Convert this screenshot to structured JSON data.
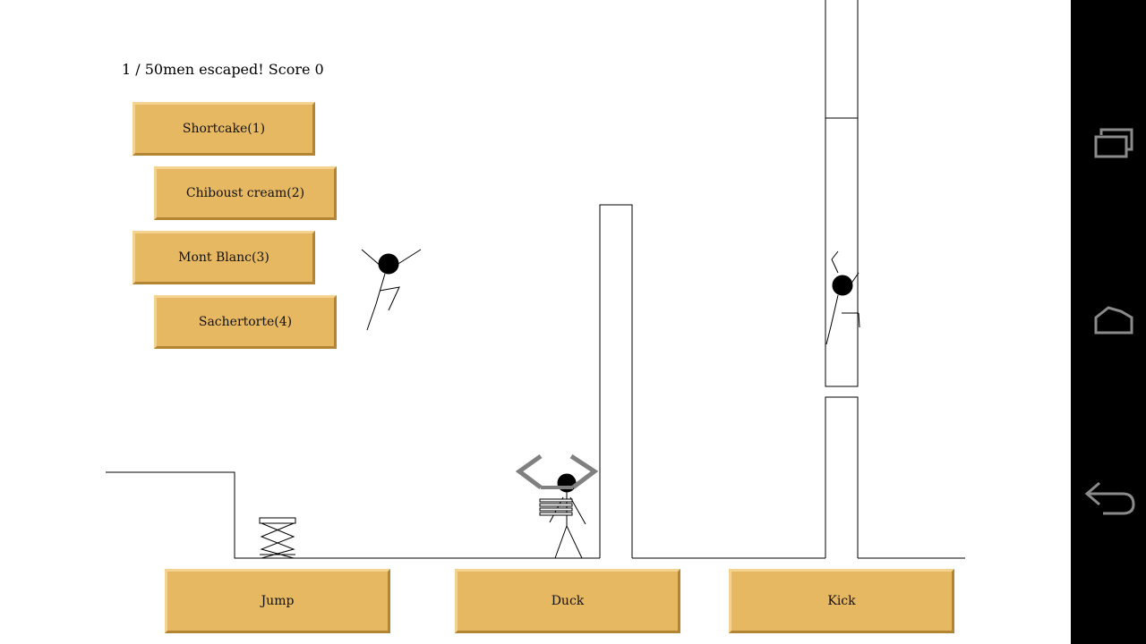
{
  "hud": {
    "score_text": "1 / 50men escaped! Score 0"
  },
  "cake_menu": {
    "items": [
      {
        "label": "Shortcake(1)"
      },
      {
        "label": "Chiboust cream(2)"
      },
      {
        "label": "Mont Blanc(3)"
      },
      {
        "label": "Sachertorte(4)"
      }
    ]
  },
  "controls": {
    "jump_label": "Jump",
    "duck_label": "Duck",
    "kick_label": "Kick"
  },
  "colors": {
    "button_fill": "#e6b862",
    "button_highlight": "#f3d38f",
    "button_shadow": "#b28434",
    "navbar": "#000000",
    "nav_icon": "#8a8a8a"
  },
  "nav": {
    "icons": [
      "recent-apps-icon",
      "home-icon",
      "back-icon"
    ]
  }
}
